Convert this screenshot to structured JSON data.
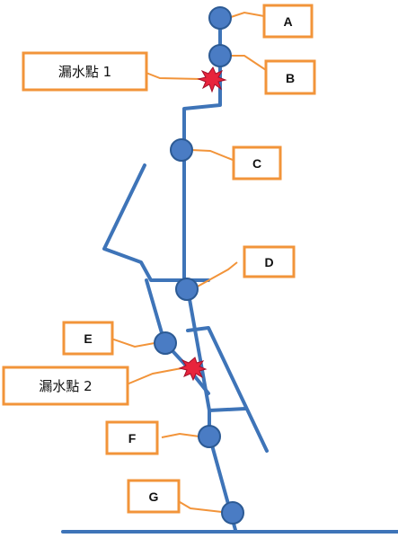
{
  "colors": {
    "pipe": "#3E74B8",
    "node_fill": "#4A7CC4",
    "node_stroke": "#2C5A94",
    "callout_border": "#F2943A",
    "callout_fill": "#FFFFFF",
    "leak": "#E8243C",
    "leak_core": "#A3102A"
  },
  "diagram": {
    "nodes": [
      {
        "id": "A",
        "label": "A"
      },
      {
        "id": "B",
        "label": "B"
      },
      {
        "id": "C",
        "label": "C"
      },
      {
        "id": "D",
        "label": "D"
      },
      {
        "id": "E",
        "label": "E"
      },
      {
        "id": "F",
        "label": "F"
      },
      {
        "id": "G",
        "label": "G"
      }
    ],
    "leaks": [
      {
        "id": "leak-1",
        "label": "漏水點 1"
      },
      {
        "id": "leak-2",
        "label": "漏水點 2"
      }
    ]
  }
}
